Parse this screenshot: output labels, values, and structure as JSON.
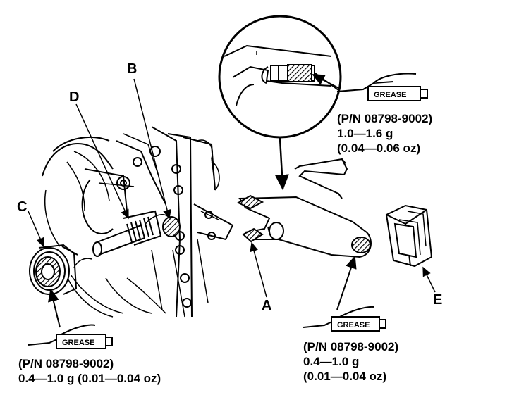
{
  "labels": {
    "A": "A",
    "B": "B",
    "C": "C",
    "D": "D",
    "E": "E"
  },
  "grease_tube_text": "GREASE",
  "specs": {
    "top_right": {
      "part_number": "(P/N 08798-9002)",
      "amount_g": "1.0—1.6 g",
      "amount_oz": "(0.04—0.06 oz)"
    },
    "bottom_left": {
      "part_number": "(P/N 08798-9002)",
      "amount": "0.4—1.0 g (0.01—0.04 oz)"
    },
    "bottom_right": {
      "part_number": "(P/N 08798-9002)",
      "amount_g": "0.4—1.0 g",
      "amount_oz": "(0.01—0.04 oz)"
    }
  }
}
